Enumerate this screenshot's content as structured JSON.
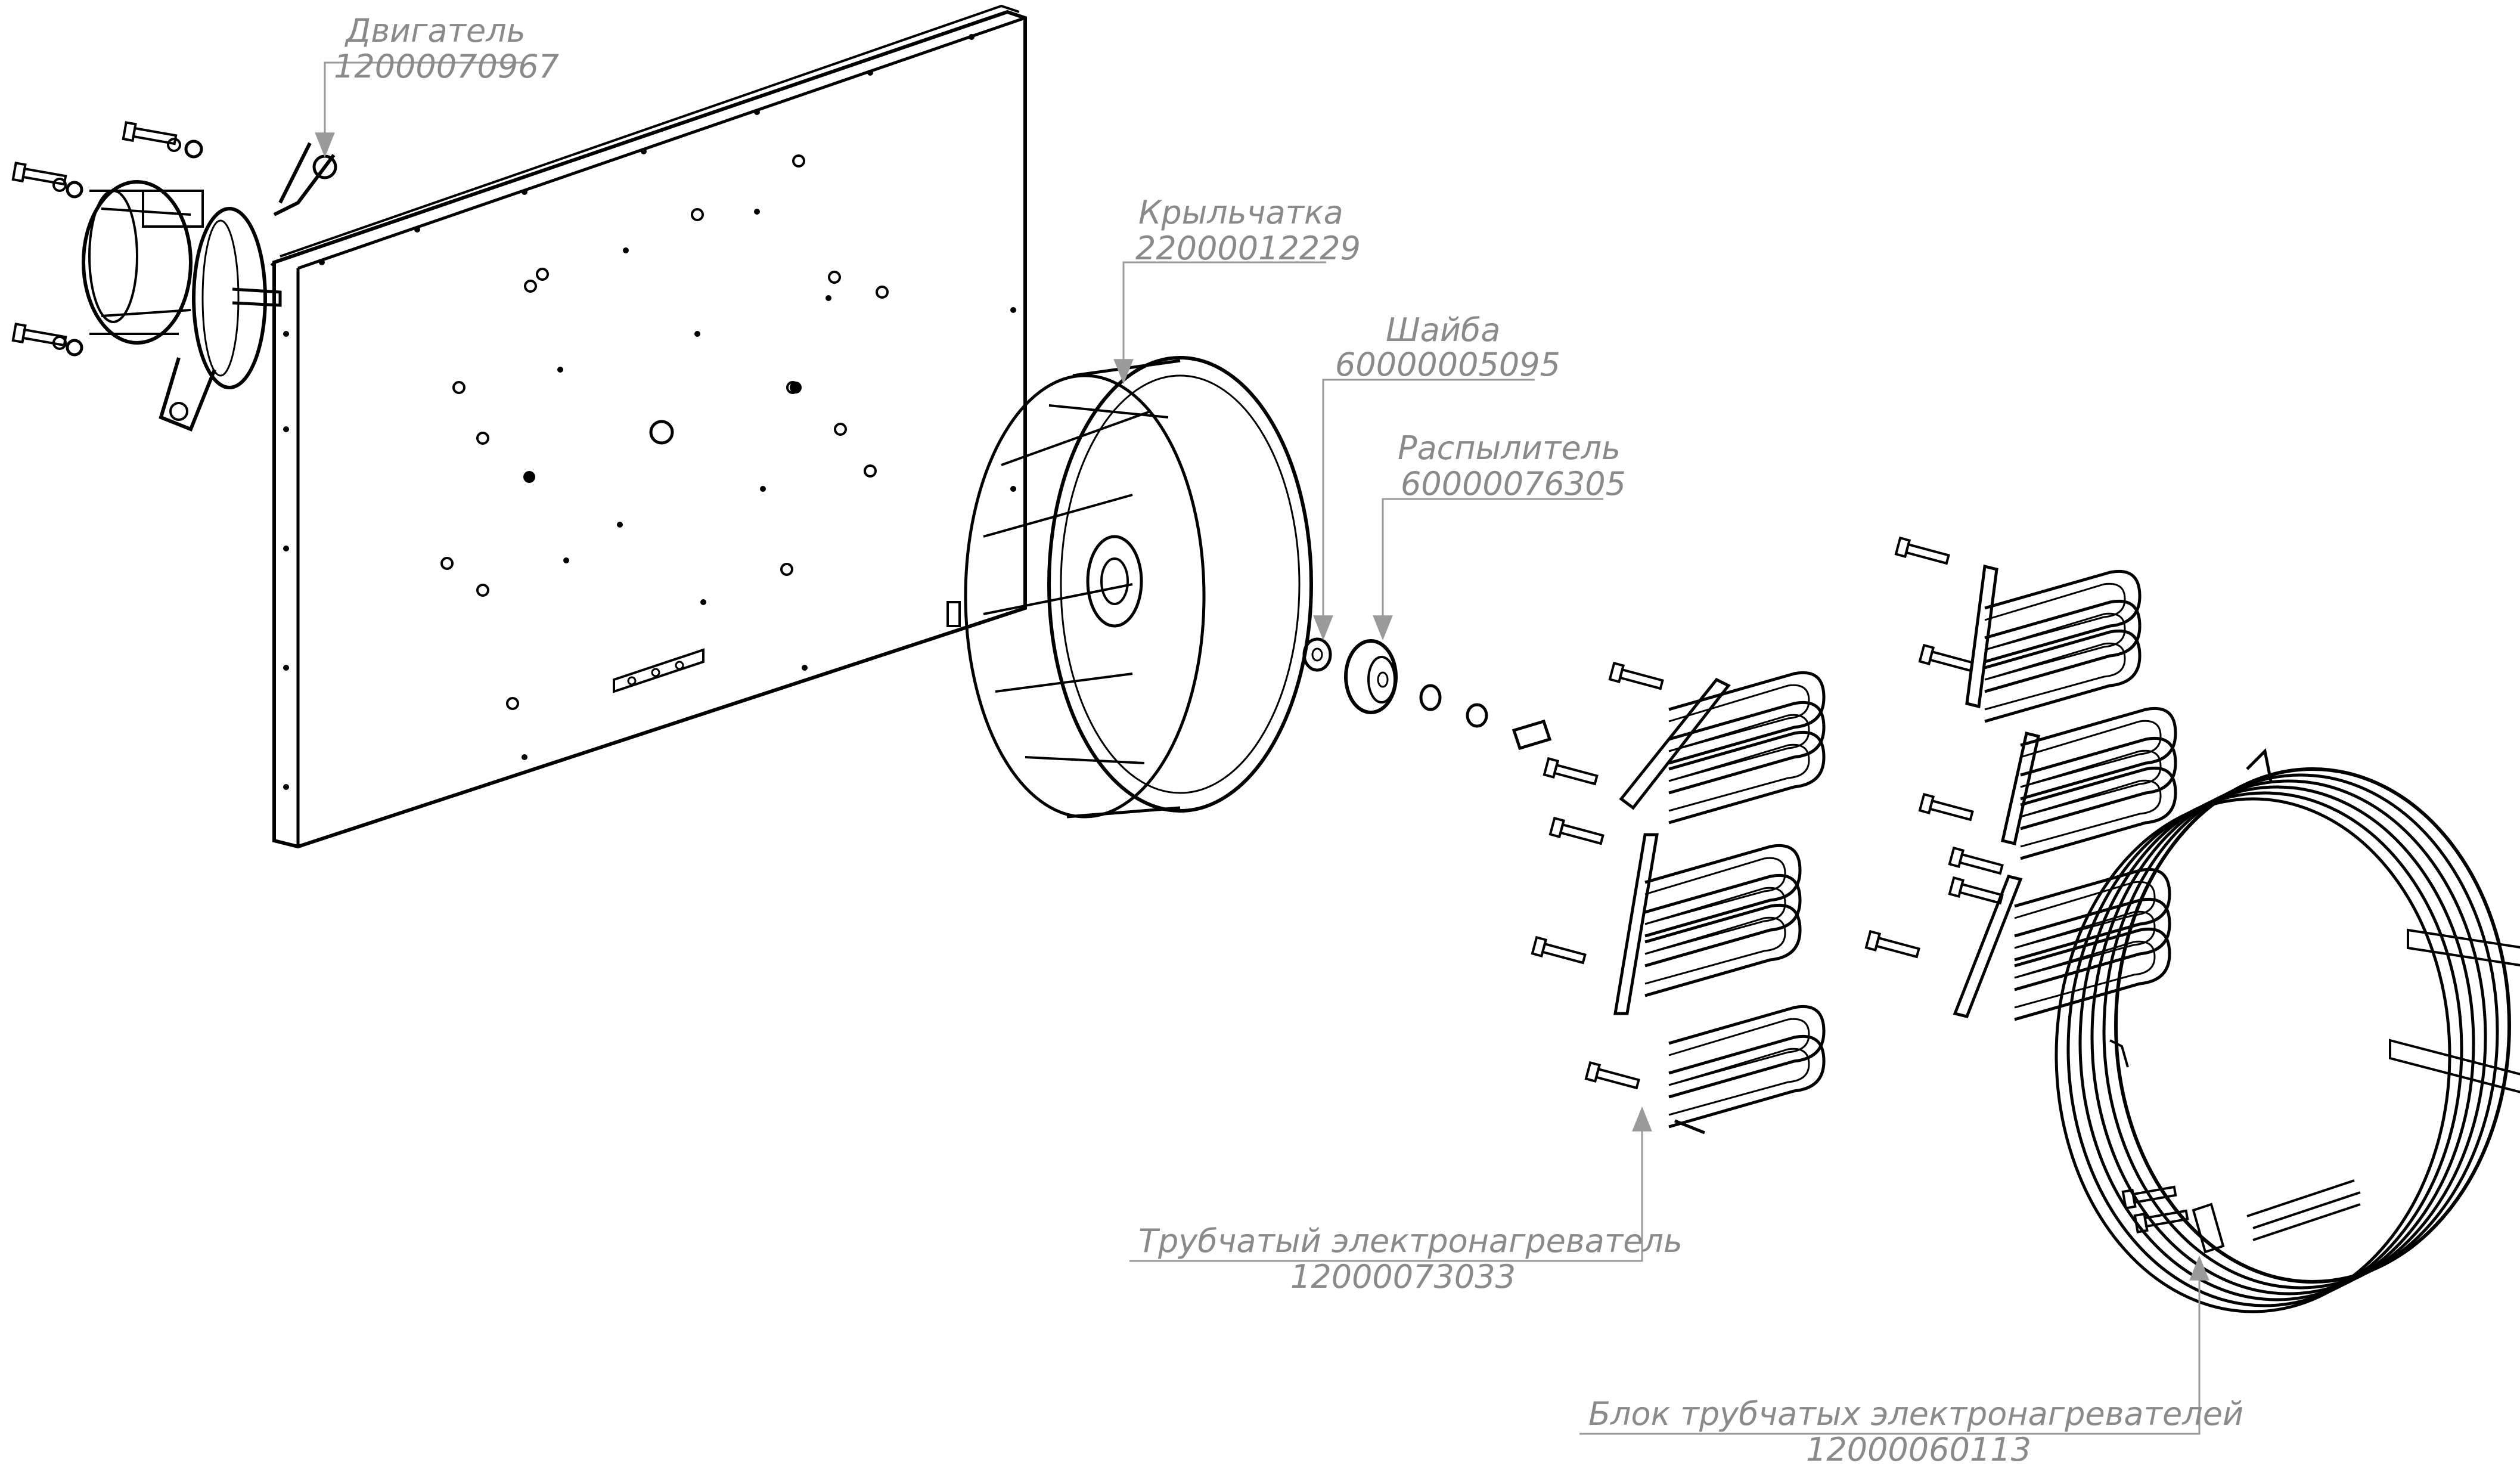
{
  "callouts": [
    {
      "name": "Двигатель",
      "code": "12000070967"
    },
    {
      "name": "Крыльчатка",
      "code": "22000012229"
    },
    {
      "name": "Шайба",
      "code": "60000005095"
    },
    {
      "name": "Распылитель",
      "code": "60000076305"
    },
    {
      "name": "Трубчатый электронагреватель",
      "code": "12000073033"
    },
    {
      "name": "Блок трубчатых электронагревателей",
      "code": "12000060113"
    }
  ],
  "colors": {
    "line": "#000000",
    "label": "#8a8a8a",
    "leader": "#9a9a9a",
    "background": "#ffffff"
  }
}
